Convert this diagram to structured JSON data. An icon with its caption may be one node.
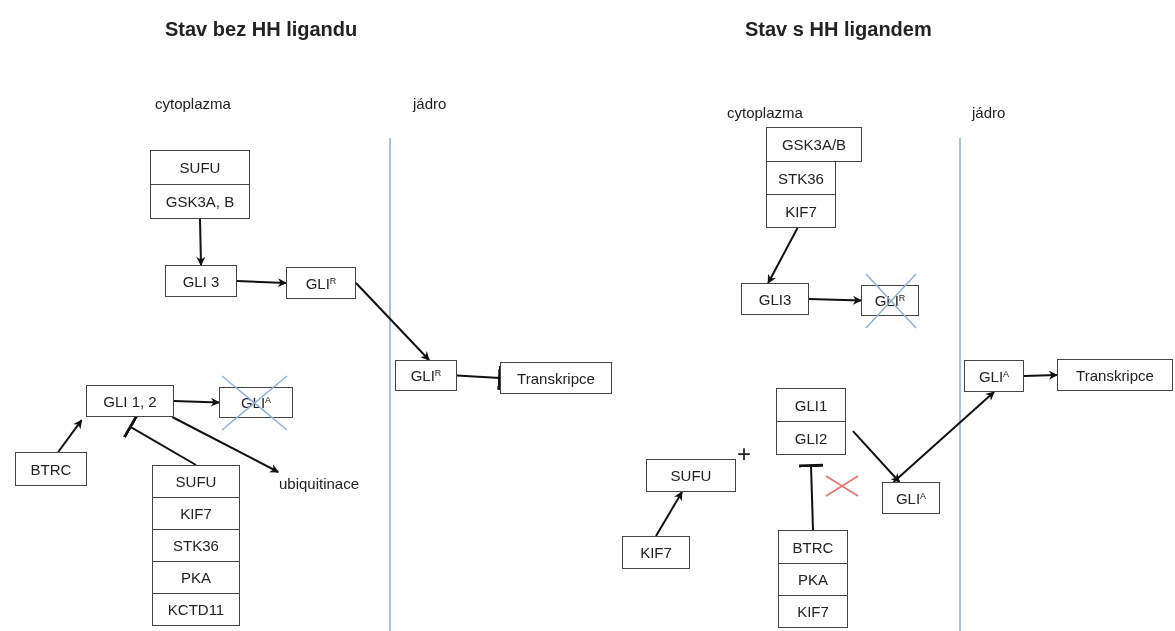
{
  "diagram": {
    "nodes": [
      {
        "text": [
          "SUFU"
        ]
      },
      {
        "text": [
          "GSK3A, B"
        ]
      },
      {
        "text": [
          "GLI 3"
        ]
      },
      {
        "text": [
          "GLI$^{R}$"
        ]
      },
      {
        "text": [
          "GLI$^{R}$"
        ]
      },
      {
        "text": [
          "Transkripce"
        ]
      },
      {
        "text": [
          "GLI 1, 2"
        ]
      },
      {
        "text": [
          "GLI$^{A}$"
        ]
      },
      {
        "text": [
          "BTRC"
        ]
      },
      {
        "text": [
          "SUFU"
        ]
      },
      {
        "text": [
          "KIF7"
        ]
      },
      {
        "text": [
          "STK36"
        ]
      },
      {
        "text": [
          "PKA"
        ]
      },
      {
        "text": [
          "KCTD11"
        ]
      },
      {
        "text": [
          "ubiquitinace"
        ]
      },
      {
        "text": [
          "GSK3A/B"
        ]
      },
      {
        "text": [
          "STK36"
        ]
      },
      {
        "text": [
          "KIF7"
        ]
      },
      {
        "text": [
          "GLI3"
        ]
      },
      {
        "text": [
          "GLI$^{R}$"
        ]
      },
      {
        "text": [
          "GLI1"
        ]
      },
      {
        "text": [
          "GLI2"
        ]
      },
      {
        "text": [
          "SUFU"
        ]
      },
      {
        "text": [
          "KIF7"
        ]
      },
      {
        "text": [
          "BTRC"
        ]
      },
      {
        "text": [
          "PKA"
        ]
      },
      {
        "text": [
          "KIF7"
        ]
      },
      {
        "text": [
          "GLI$^{A}$"
        ]
      },
      {
        "text": [
          "GLI$^{A}$"
        ]
      },
      {
        "text": [
          "Transkripce"
        ]
      }
    ],
    "edges": [
      {
        "from": 1,
        "to": 2,
        "arrow": "to"
      },
      {
        "from": 2,
        "to": 3,
        "arrow": "to"
      },
      {
        "from": 3,
        "to": 4,
        "arrow": "to"
      },
      {
        "from": 4,
        "to": 5,
        "arrow": "other"
      },
      {
        "from": 8,
        "to": 6,
        "arrow": "to"
      },
      {
        "from": 6,
        "to": 7,
        "arrow": "to"
      },
      {
        "from": 6,
        "to": 14,
        "arrow": "to"
      },
      {
        "from": 9,
        "to": 6,
        "arrow": "other"
      },
      {
        "from": 17,
        "to": 18,
        "arrow": "to"
      },
      {
        "from": 18,
        "to": 19,
        "arrow": "to"
      },
      {
        "from": 23,
        "to": 22,
        "arrow": "to"
      },
      {
        "from": 24,
        "to": 21,
        "arrow": "other"
      },
      {
        "from": 21,
        "to": 27,
        "arrow": "to"
      },
      {
        "from": 27,
        "to": 28,
        "arrow": "to"
      },
      {
        "from": 28,
        "to": 29,
        "arrow": "to"
      }
    ],
    "labels": [
      "Stav bez HH ligandu",
      "Stav s HH ligandem",
      "cytoplazma",
      "jádro",
      "cytoplazma",
      "jádro",
      "+"
    ]
  }
}
